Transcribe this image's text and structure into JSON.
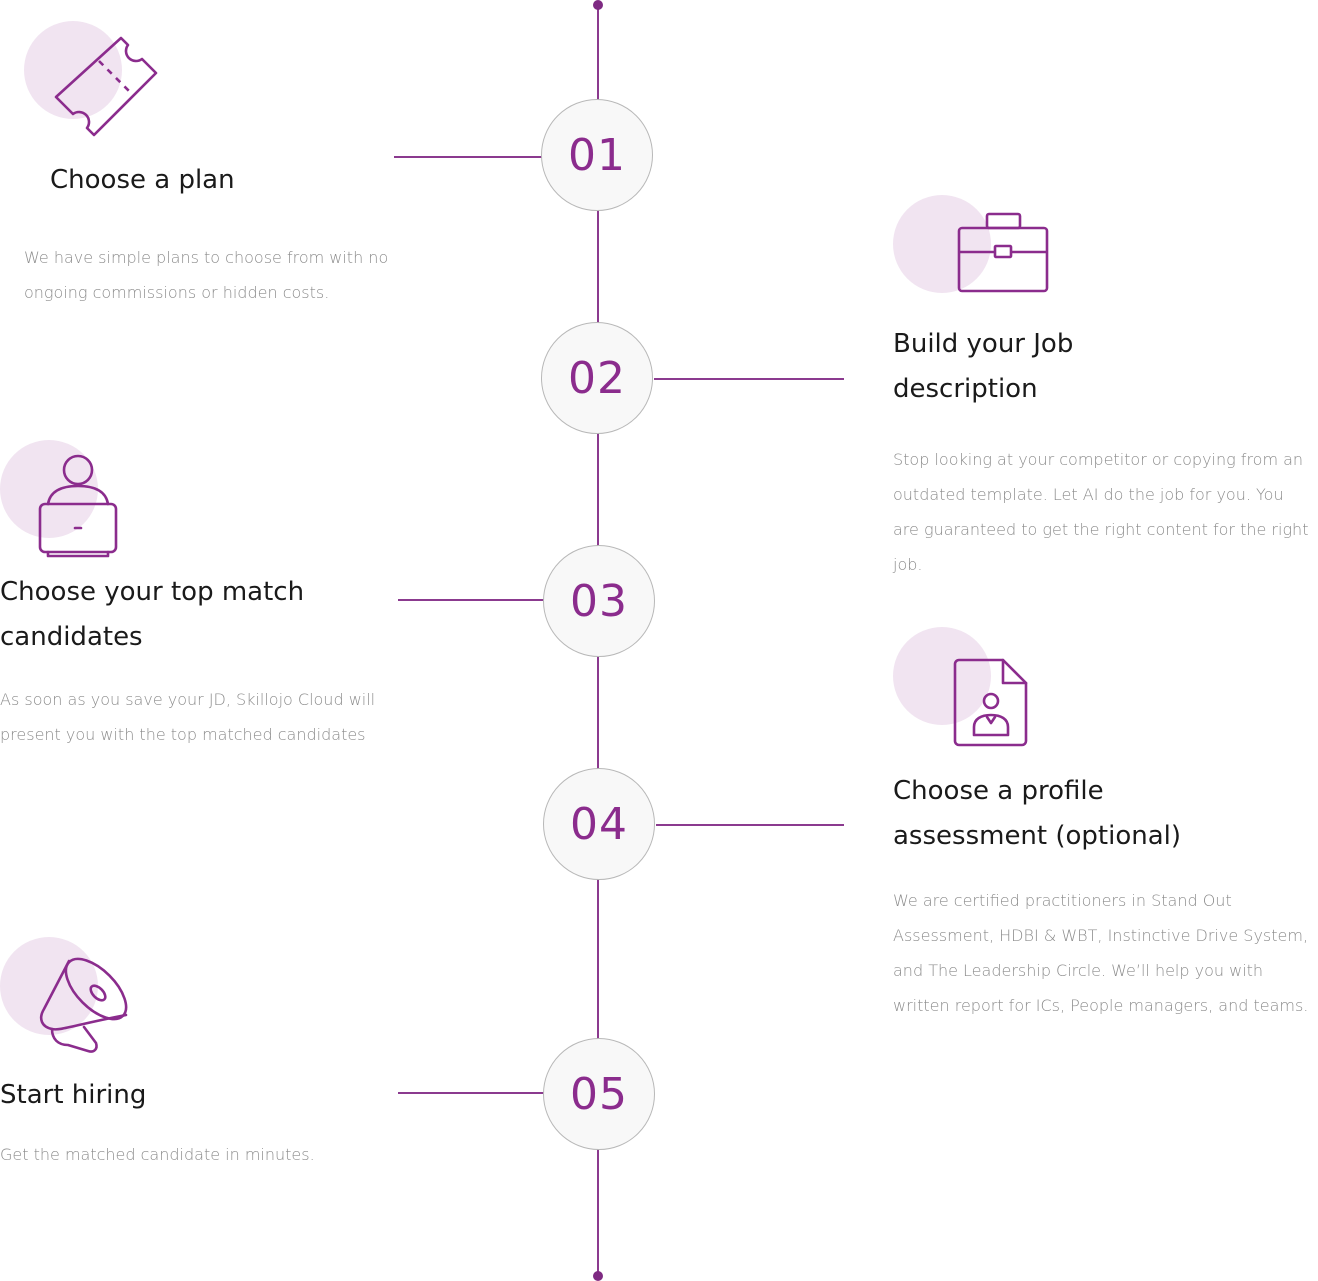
{
  "theme": {
    "accent": "#8b2c8d",
    "line": "#8b3a8f",
    "blob": "#f1e4f1"
  },
  "steps": [
    {
      "number": "01",
      "title": "Choose a plan",
      "description": "We have simple plans to choose from with no ongoing commissions or hidden costs.",
      "icon": "ticket-icon"
    },
    {
      "number": "02",
      "title": "Build your Job description",
      "description": "Stop looking at your competitor or copying from an outdated template. Let AI do the job for you. You are guaranteed to get the right content for the right job.",
      "icon": "briefcase-icon"
    },
    {
      "number": "03",
      "title": "Choose your top match candidates",
      "description": "As soon as you save your JD, Skillojo Cloud will present you with the top matched candidates",
      "icon": "person-laptop-icon"
    },
    {
      "number": "04",
      "title": "Choose a profile assessment (optional)",
      "description": "We are certified practitioners in Stand Out Assessment, HDBI & WBT, Instinctive Drive System, and The Leadership Circle. We’ll help you with written report for ICs, People managers, and teams.",
      "icon": "profile-document-icon"
    },
    {
      "number": "05",
      "title": "Start hiring",
      "description": "Get the matched candidate in minutes.",
      "icon": "megaphone-icon"
    }
  ]
}
